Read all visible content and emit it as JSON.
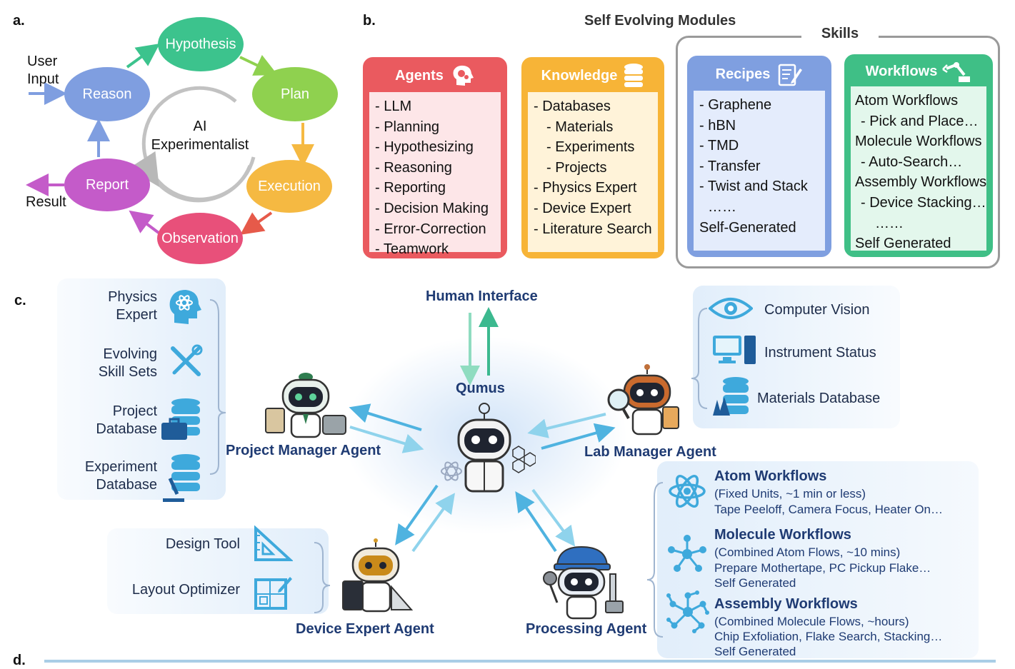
{
  "panel_a": {
    "letter": "a.",
    "center_lines": [
      "AI",
      "Experimentalist"
    ],
    "nodes": {
      "hypothesis": "Hypothesis",
      "plan": "Plan",
      "execution": "Execution",
      "observation": "Observation",
      "report": "Report",
      "reason": "Reason"
    },
    "user_input": [
      "User",
      "Input"
    ],
    "result": "Result",
    "colors": {
      "hypothesis": "#3cc38d",
      "plan": "#8fd14f",
      "execution": "#f5b942",
      "observation": "#e8507a",
      "report": "#c45bc9",
      "reason": "#7f9ee0"
    }
  },
  "panel_b": {
    "letter": "b.",
    "title": "Self Evolving Modules",
    "skills_label": "Skills",
    "cards": [
      {
        "title": "Agents",
        "icon": "head-gears-icon",
        "head": "#ea5a5f",
        "body": "#fde6e8",
        "items": [
          "- LLM",
          "- Planning",
          "- Hypothesizing",
          "- Reasoning",
          "- Reporting",
          "- Decision Making",
          "- Error-Correction",
          "- Teamwork"
        ]
      },
      {
        "title": "Knowledge",
        "icon": "database-icon",
        "head": "#f7b437",
        "body": "#fff3d9",
        "items": [
          "- Databases",
          "   - Materials",
          "   - Experiments",
          "   - Projects",
          "- Physics Expert",
          "- Device Expert",
          "- Literature Search"
        ]
      },
      {
        "title": "Recipes",
        "icon": "recipe-pencil-icon",
        "head": "#7f9fe0",
        "body": "#e4ecfc",
        "items": [
          "- Graphene",
          "- hBN",
          "- TMD",
          "- Transfer",
          "- Twist and Stack",
          "  ……",
          "Self-Generated"
        ]
      },
      {
        "title": "Workflows",
        "icon": "robot-arm-icon",
        "head": "#3fbf86",
        "body": "#e3f7ec",
        "items": [
          "Atom Workflows",
          "  - Pick and Place…",
          "Molecule Workflows",
          "  - Auto-Search…",
          "Assembly Workflows",
          "  - Device Stacking…",
          "    ……",
          "Self Generated"
        ]
      }
    ]
  },
  "panel_c": {
    "letter": "c.",
    "human_interface": "Human Interface",
    "qumus": "Qumus",
    "agents": {
      "project_manager": "Project Manager Agent",
      "lab_manager": "Lab Manager Agent",
      "device_expert": "Device Expert Agent",
      "processing": "Processing Agent"
    },
    "pm_tools": [
      {
        "lines": [
          "Physics",
          "Expert"
        ],
        "icon": "brain-atom-icon"
      },
      {
        "lines": [
          "Evolving",
          "Skill Sets"
        ],
        "icon": "tools-icon"
      },
      {
        "lines": [
          "Project",
          "Database"
        ],
        "icon": "database-briefcase-icon"
      },
      {
        "lines": [
          "Experiment",
          "Database"
        ],
        "icon": "database-microscope-icon"
      }
    ],
    "lab_tools": [
      {
        "label": "Computer Vision",
        "icon": "eye-icon"
      },
      {
        "label": "Instrument Status",
        "icon": "computer-icon"
      },
      {
        "label": "Materials Database",
        "icon": "database-crystal-icon"
      }
    ],
    "device_tools": [
      {
        "label": "Design Tool",
        "icon": "triangle-ruler-icon"
      },
      {
        "label": "Layout Optimizer",
        "icon": "layout-pencil-icon"
      }
    ],
    "workflows": [
      {
        "title": "Atom Workflows",
        "lines": [
          "(Fixed Units, ~1 min or less)",
          "Tape Peeloff, Camera Focus, Heater On…"
        ],
        "icon": "atom-icon"
      },
      {
        "title": "Molecule Workflows",
        "lines": [
          "(Combined Atom Flows, ~10 mins)",
          "Prepare Mothertape, PC Pickup Flake…",
          "Self Generated"
        ],
        "icon": "molecule-icon"
      },
      {
        "title": "Assembly Workflows",
        "lines": [
          "(Combined Molecule Flows, ~hours)",
          "Chip Exfoliation, Flake Search, Stacking…",
          "Self Generated"
        ],
        "icon": "network-icon"
      }
    ]
  },
  "panel_d": {
    "letter": "d."
  }
}
